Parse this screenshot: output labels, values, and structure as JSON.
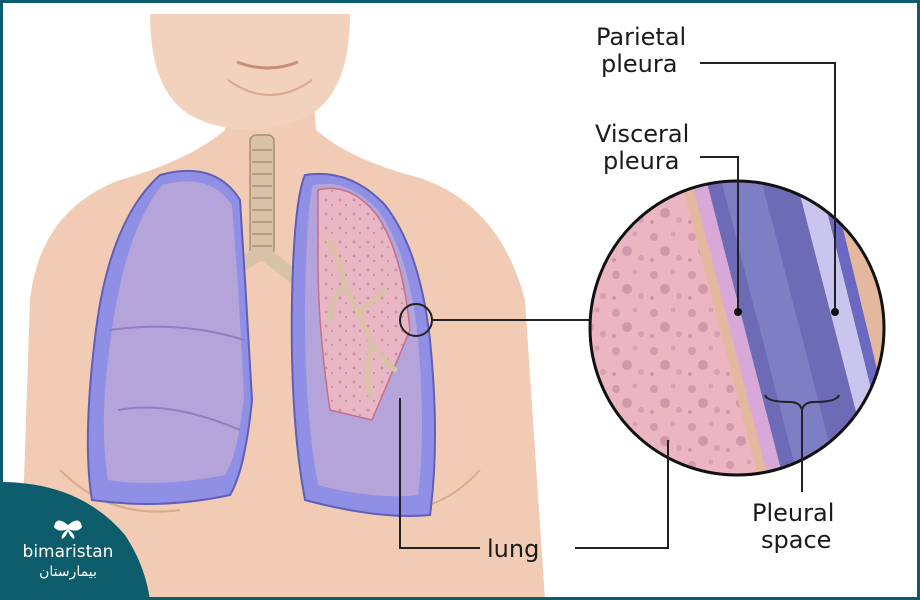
{
  "labels": {
    "parietal_line1": "Parietal",
    "parietal_line2": "pleura",
    "visceral_line1": "Visceral",
    "visceral_line2": "pleura",
    "lung": "lung",
    "pleural_line1": "Pleural",
    "pleural_line2": "space"
  },
  "brand": {
    "name": "bimaristan",
    "name_arabic": "بيمارستان",
    "color": "#0d5c6b"
  },
  "colors": {
    "frame": "#0d5c6b",
    "skin": "#f0c9b0",
    "lung_fill": "#b7a6dc",
    "lung_tissue": "#e9b3bf",
    "pleura_blue": "#6e6bb8"
  }
}
